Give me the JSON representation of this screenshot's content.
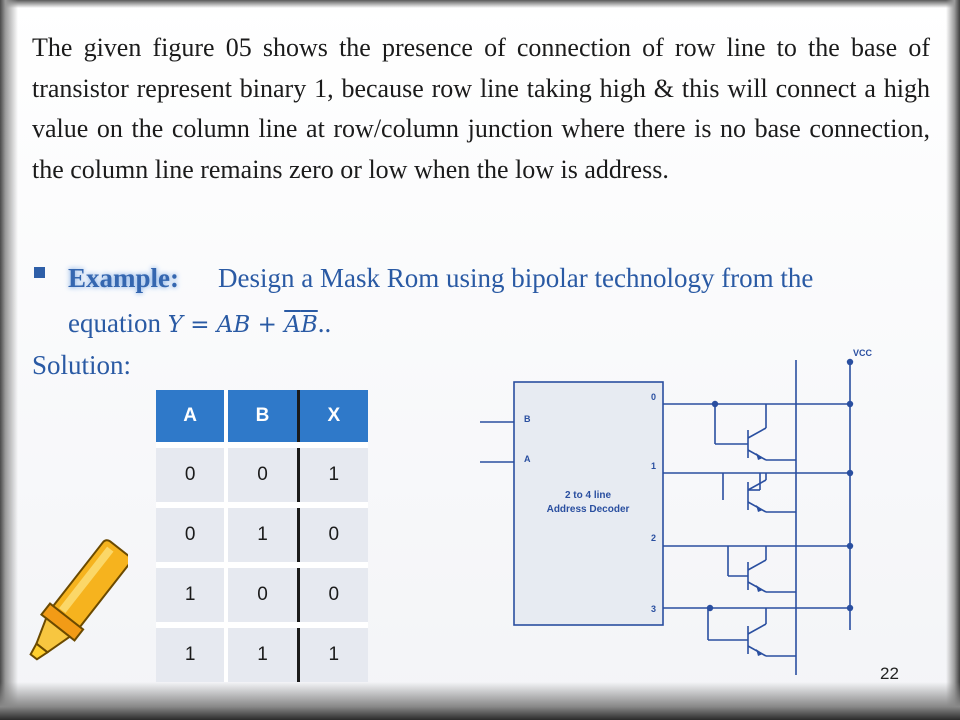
{
  "paragraph": "The given figure 05 shows the presence of connection of row line to the base of transistor represent binary 1, because row line taking high & this will connect a high value on the column line at row/column junction where there is no base connection, the column line remains zero or low when the low is address.",
  "example": {
    "label": "Example:",
    "text": "Design a Mask Rom using bipolar technology from the",
    "eq_prefix": "equation ",
    "eq_lhs": "Y = AB + ",
    "eq_bar_a": "A",
    "eq_bar_b": "B",
    "eq_suffix": ".."
  },
  "solution_label": "Solution:",
  "truth_table": {
    "headers": [
      "A",
      "B",
      "X"
    ],
    "rows": [
      [
        "0",
        "0",
        "1"
      ],
      [
        "0",
        "1",
        "0"
      ],
      [
        "1",
        "0",
        "0"
      ],
      [
        "1",
        "1",
        "1"
      ]
    ]
  },
  "circuit": {
    "vcc_label": "VCC",
    "decoder_label_line1": "2 to 4 line",
    "decoder_label_line2": "Address Decoder",
    "inputs": [
      "B",
      "A"
    ],
    "outputs": [
      "0",
      "1",
      "2",
      "3"
    ]
  },
  "page_number": "22",
  "colors": {
    "accent": "#2f79c9",
    "text_blue": "#2a5aa4",
    "circuit_blue": "#2a4fa0"
  }
}
